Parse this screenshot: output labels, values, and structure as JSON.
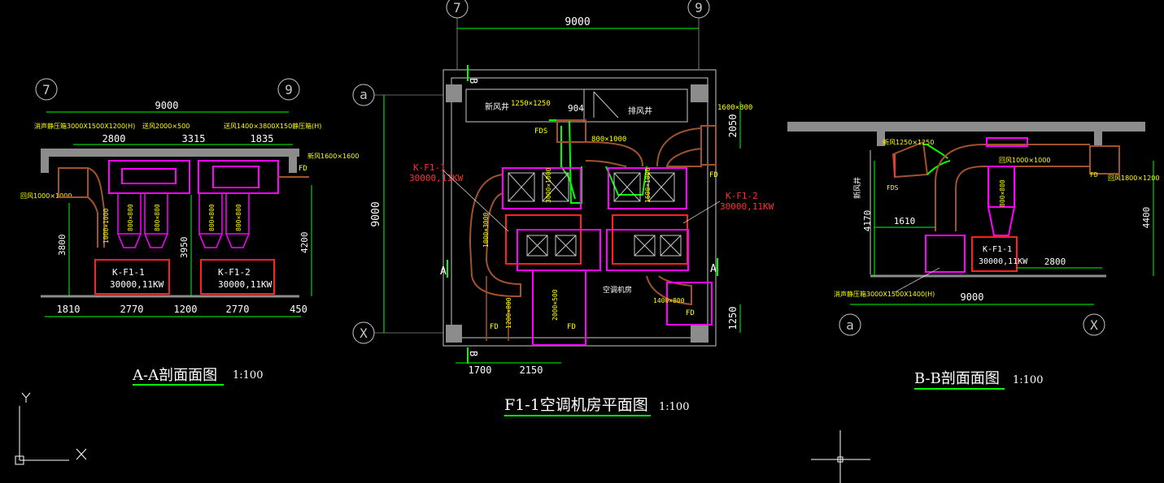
{
  "colors": {
    "background": "#000000",
    "wall": "#8c8c8c",
    "dim": "#00ff00",
    "dim_text": "#ffffff",
    "duct": "#a0522d",
    "equipment": "#ff00ff",
    "unit": "#ff2020",
    "label": "#ffff00",
    "annotation_red": "#ff3030",
    "grid": "#c8c8c8"
  },
  "axes": {
    "a7": "7",
    "a9": "9",
    "aa": "a",
    "ax": "X"
  },
  "aa": {
    "title": "A-A剖面面图",
    "scale": "1:100",
    "dim_top": "9000",
    "dims_top2": [
      "2800",
      "3315",
      "1835"
    ],
    "dims_bottom": [
      "1810",
      "2770",
      "1200",
      "2770",
      "450"
    ],
    "dims_vertical": [
      "3800",
      "3950",
      "4200"
    ],
    "unit1_label": "K-F1-1",
    "unit1_spec": "30000,11KW",
    "unit2_label": "K-F1-2",
    "unit2_spec": "30000,11KW",
    "duct_labels": [
      "消声静压箱3000X1500X1200(H)",
      "送风2000×500",
      "送风1400×3800X150静压箱(H)",
      "新风1600×1600",
      "回风1000×1000",
      "FD",
      "1000×1000",
      "800×800",
      "800×800",
      "800×800",
      "800×800"
    ]
  },
  "plan": {
    "title": "F1-1空调机房平面图",
    "scale": "1:100",
    "dim_top": "9000",
    "dim_left": "9000",
    "dims_bottom": [
      "1700",
      "2150"
    ],
    "dims_right": [
      "2050",
      "1250"
    ],
    "section_marks": [
      "B",
      "B",
      "A",
      "A"
    ],
    "room_fresh": "新风井",
    "room_exhaust": "排风井",
    "room_center": "空调机房",
    "unit1_label": "K-F1-1",
    "unit1_spec": "30000,11KW",
    "unit2_label": "K-F1-2",
    "unit2_spec": "30000,11KW",
    "duct_labels": [
      "1250×1250",
      "904",
      "1600×800",
      "FDS",
      "800×1000",
      "FD",
      "3000×1000",
      "1000×3000",
      "1600×1000",
      "2000×500",
      "1400×800",
      "FD",
      "1200×800",
      "FD",
      "FD"
    ]
  },
  "bb": {
    "title": "B-B剖面面图",
    "scale": "1:100",
    "dim_bottom": "9000",
    "dims": [
      "1610",
      "2800"
    ],
    "dims_vertical": [
      "4170",
      "4400"
    ],
    "room_fresh": "新风井",
    "unit_label": "K-F1-1",
    "unit_spec": "30000,11KW",
    "duct_labels": [
      "新风1250×1250",
      "FDS",
      "回风1000×1000",
      "回风1800×1200",
      "FD",
      "800×800",
      "消声静压箱3000X1500X1400(H)"
    ]
  }
}
